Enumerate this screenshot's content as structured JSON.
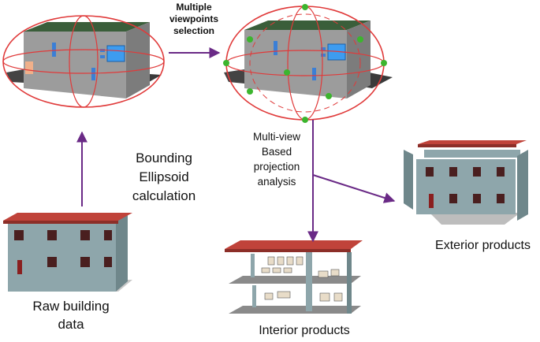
{
  "labels": {
    "multiple_viewpoints": [
      "Multiple",
      "viewpoints",
      "selection"
    ],
    "bounding_ellipsoid": [
      "Bounding",
      "Ellipsoid",
      "calculation"
    ],
    "multiview_projection": [
      "Multi-view",
      "Based",
      "projection",
      "analysis"
    ],
    "raw_building": [
      "Raw building",
      "data"
    ],
    "interior_products": "Interior products",
    "exterior_products": "Exterior products"
  },
  "colors": {
    "arrow": "#6a2a86",
    "ellipse": "#e03a3a",
    "viewpoint": "#3cb52e",
    "wall": "#8ea6ab",
    "roof": "#c0433a",
    "bbox_wall": "#9a9a9a"
  }
}
